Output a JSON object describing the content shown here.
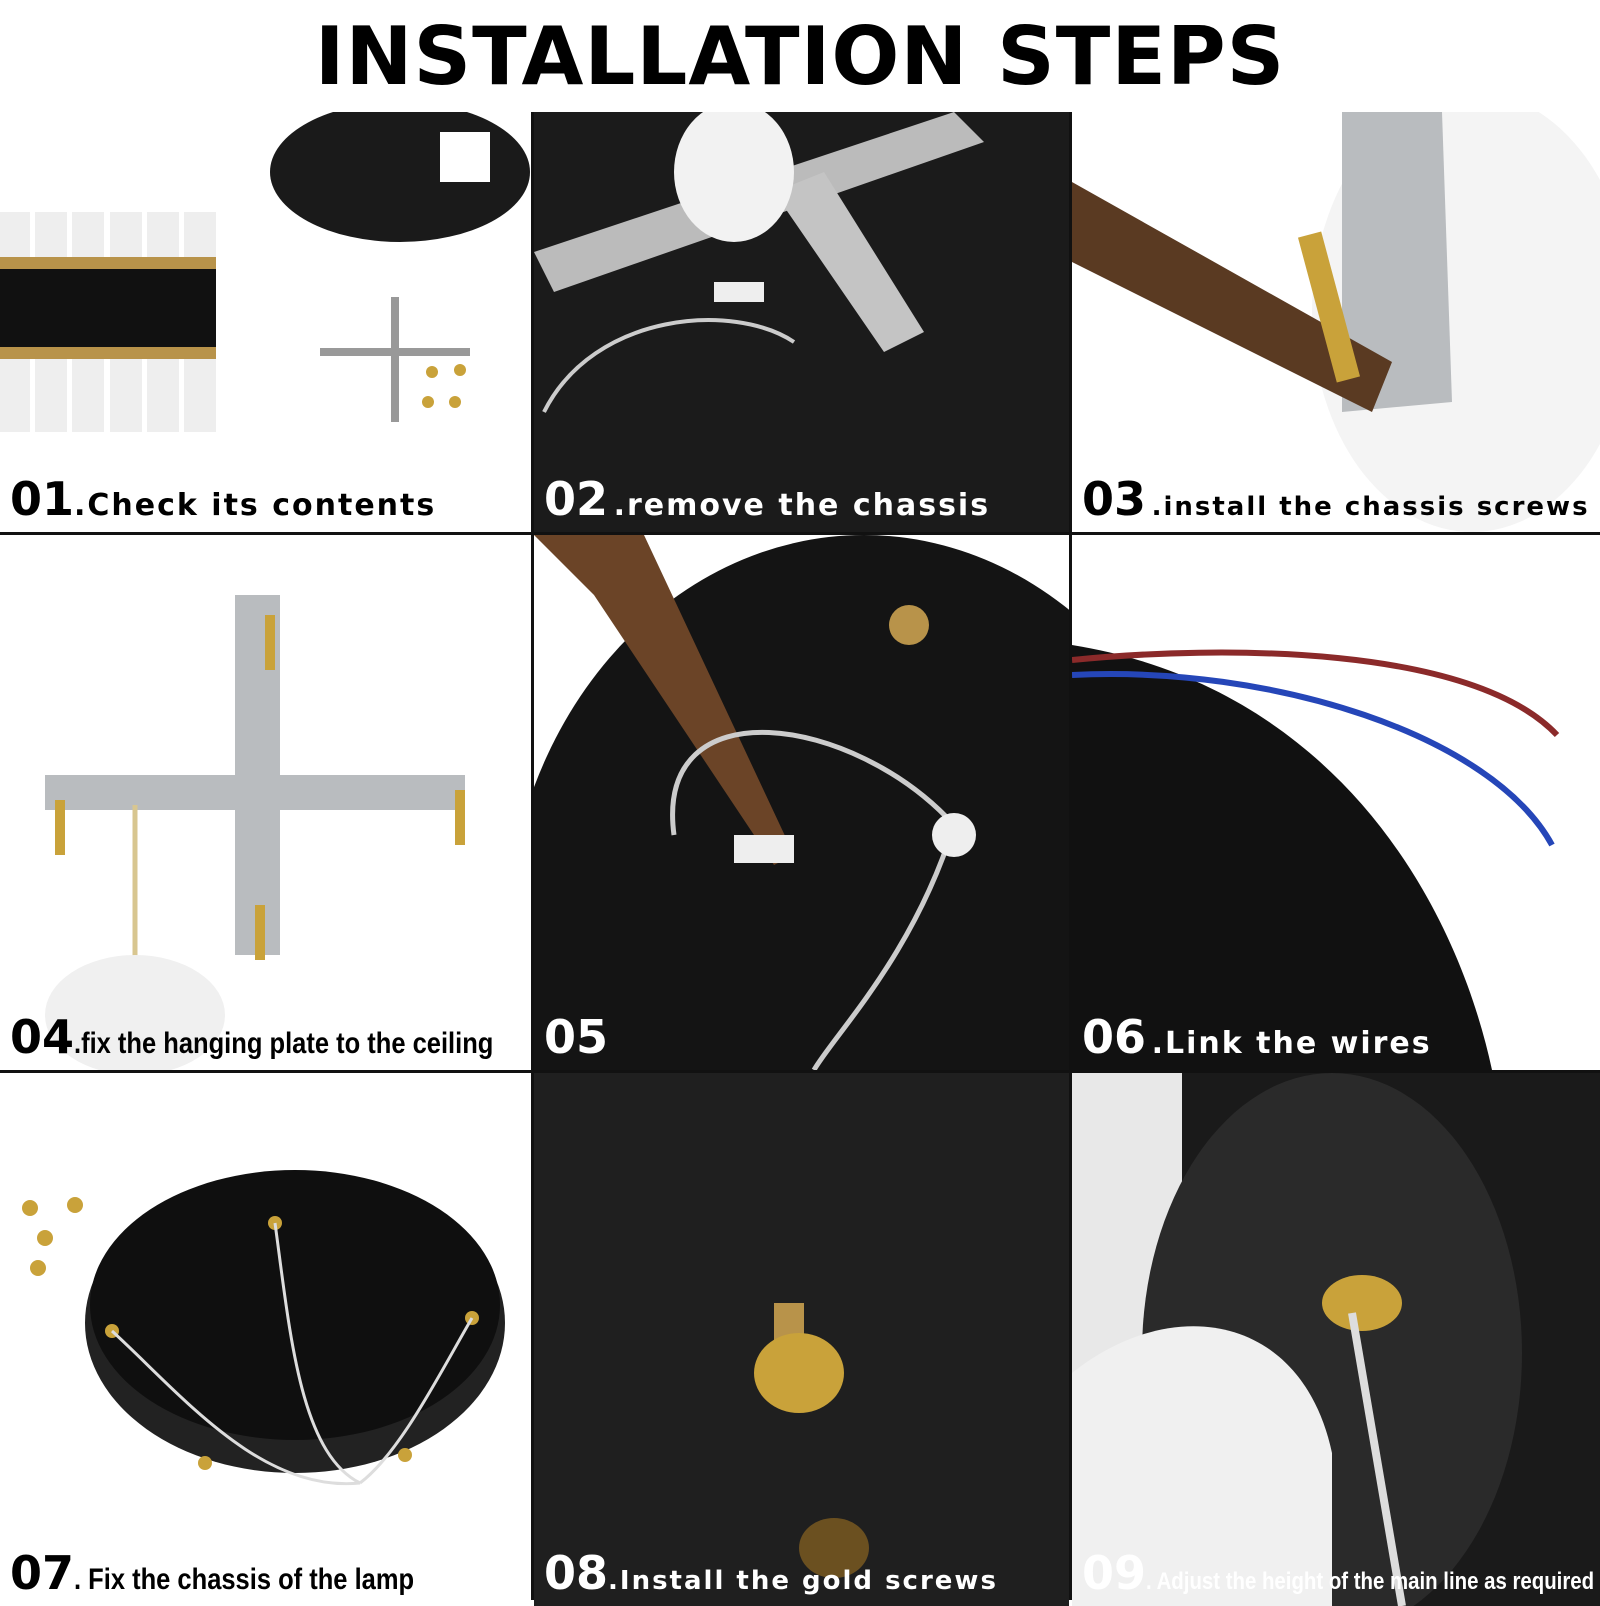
{
  "title": "INSTALLATION STEPS",
  "steps": [
    {
      "num": "01",
      "text": ".Check its contents"
    },
    {
      "num": "02",
      "text": ".remove the chassis"
    },
    {
      "num": "03",
      "text": ".install the chassis screws"
    },
    {
      "num": "04",
      "text": ".fix the hanging plate to the ceiling"
    },
    {
      "num": "05",
      "text": ""
    },
    {
      "num": "06",
      "text": ".Link the wires"
    },
    {
      "num": "07",
      "text": ". Fix the chassis of the lamp"
    },
    {
      "num": "08",
      "text": ".Install the gold screws"
    },
    {
      "num": "09",
      "text": ". Adjust the height of the main line as required"
    }
  ]
}
